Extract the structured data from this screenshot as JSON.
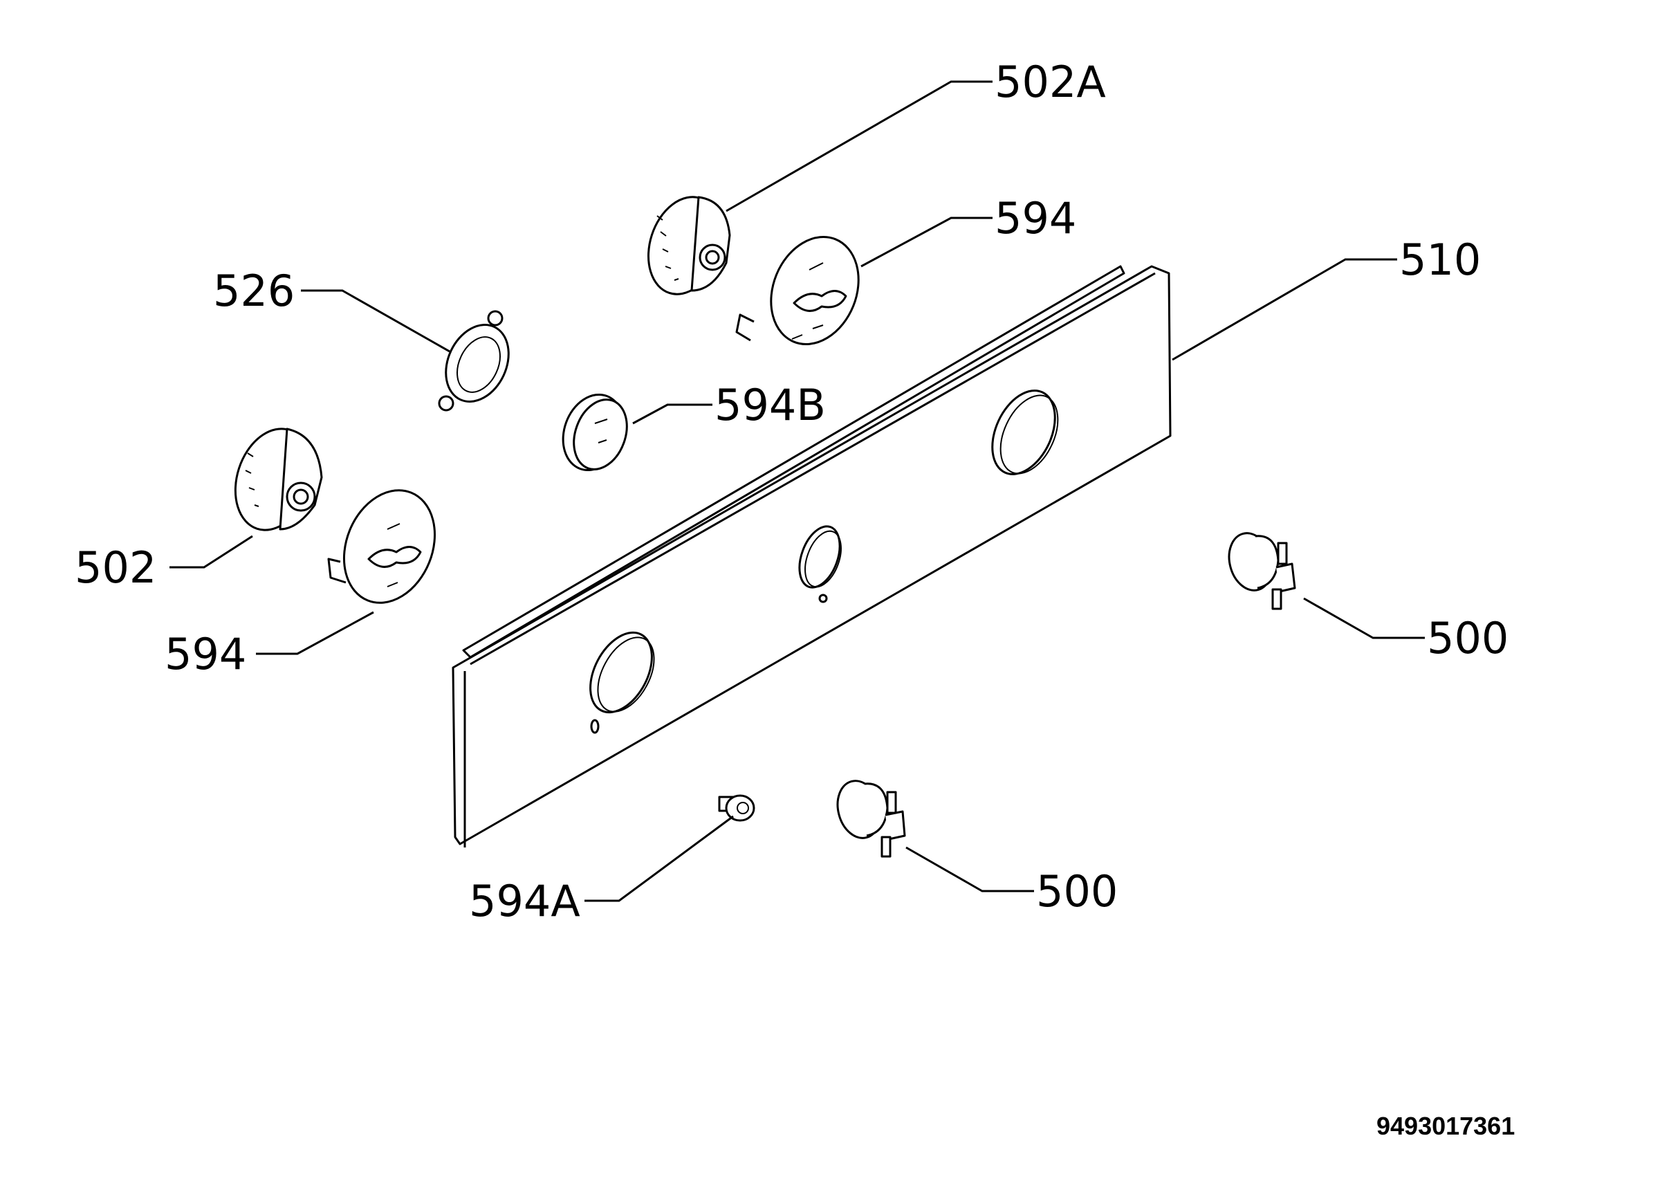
{
  "diagram": {
    "labels": {
      "l502A": "502A",
      "l594top": "594",
      "l510": "510",
      "l526": "526",
      "l594B": "594B",
      "l502": "502",
      "l594left": "594",
      "l500right": "500",
      "l594A": "594A",
      "l500bottom": "500"
    },
    "reference_number": "9493017361"
  }
}
